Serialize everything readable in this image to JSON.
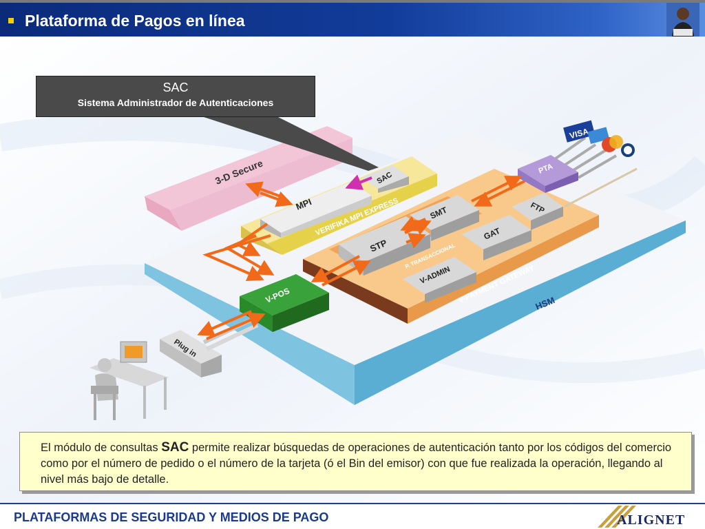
{
  "header": {
    "title": "Plataforma de Pagos en línea"
  },
  "callout": {
    "title": "SAC",
    "subtitle": "Sistema Administrador de Autenticaciones"
  },
  "diagram": {
    "labels": {
      "secure": "3-D Secure",
      "mpi": "MPI",
      "sac": "SAC",
      "verifika": "VERIFIKA MPI EXPRESS",
      "pta": "PTA",
      "smt": "SMT",
      "ftp": "FTP",
      "gat": "GAT",
      "stp": "STP",
      "transaccional": "P. TRANSACCIONAL",
      "vadmin": "V-ADMIN",
      "gateway": "V-PAYMENT GATEWAY",
      "hsm": "HSM",
      "vpos": "V-POS",
      "plugin": "Plug in"
    },
    "cards": [
      "VISA",
      "AMEX",
      "MasterCard",
      "Diners"
    ]
  },
  "info": {
    "before": "El módulo de consultas ",
    "highlight": "SAC",
    "after": " permite realizar búsquedas de operaciones de autenticación tanto por los códigos del comercio como por el número de pedido o el número de la tarjeta (ó el Bin del emisor) con que fue realizada la operación, llegando al nivel más bajo de detalle."
  },
  "footer": {
    "text": "PLATAFORMAS DE SEGURIDAD Y MEDIOS DE PAGO"
  },
  "logo": {
    "text": "ALIGNET"
  },
  "colors": {
    "header": "#123c9a",
    "bullet": "#f3d000",
    "arrow": "#f06a1a",
    "vpos": "#2f8a2f",
    "pta": "#8a6ab8",
    "verifika": "#e6d24a",
    "gateway": "#f0a35a",
    "infobox": "#ffffcc",
    "footer_text": "#1b3a8a"
  }
}
